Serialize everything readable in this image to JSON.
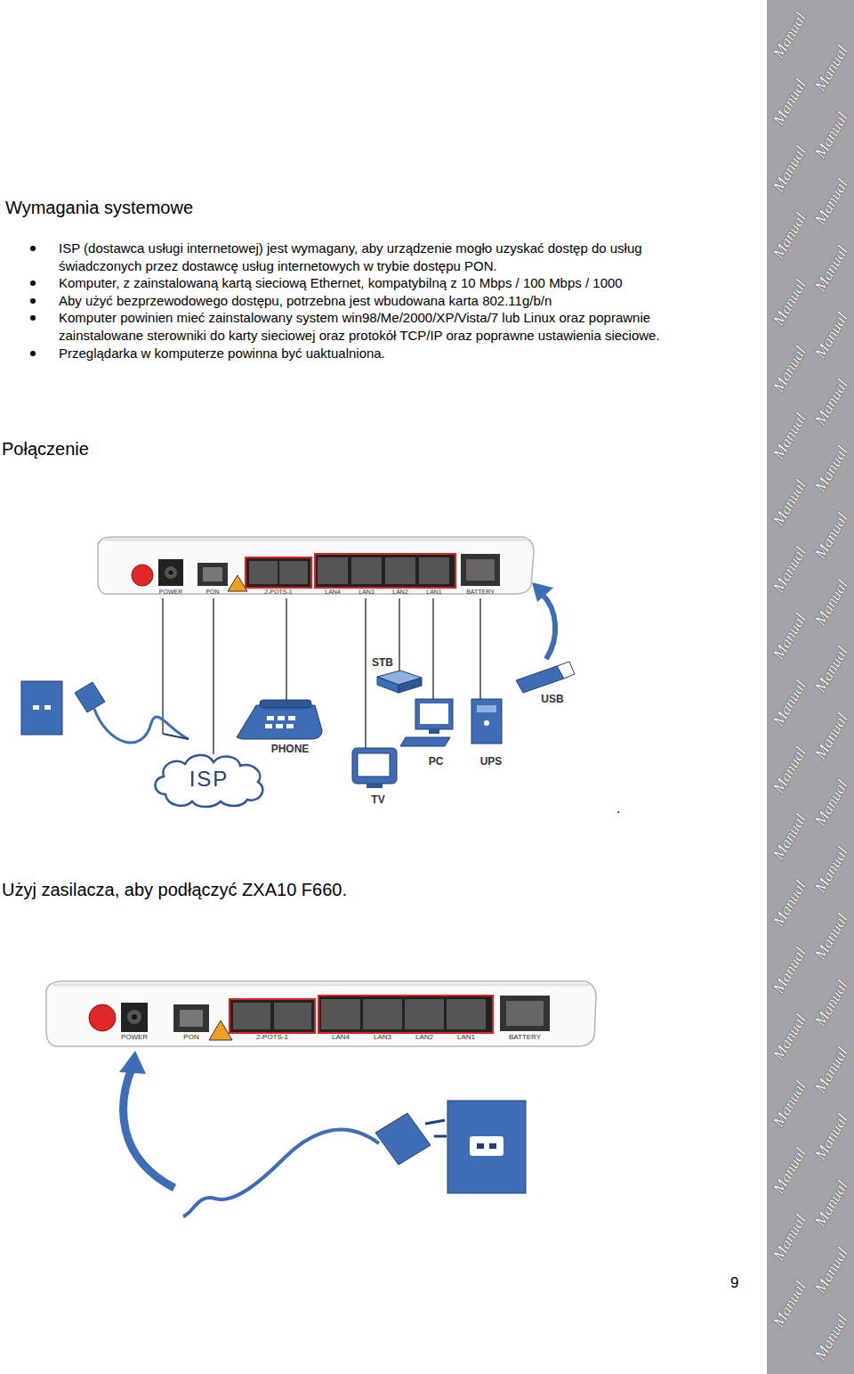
{
  "diagram": {
    "title": "Wymagania systemowe",
    "nodes": [
      {
        "text": [
          "ISP"
        ]
      }
    ],
    "labels": [
      "ISP (dostawca usługi internetowej) jest wymagany, aby urządzenie mogło uzyskać dostęp do usług świadczonych przez dostawcę usług internetowych w trybie dostępu PON.",
      "Komputer, z zainstalowaną kartą sieciową Ethernet, kompatybilną z 10 Mbps / 100 Mbps / 1000",
      "Aby użyć bezprzewodowego dostępu, potrzebna jest wbudowana karta 802.11g/b/n",
      "Komputer powinien mieć zainstalowany system win98/Me/2000/XP/Vista/7 lub Linux oraz poprawnie zainstalowane sterowniki do karty sieciowej oraz protokół TCP/IP oraz poprawne ustawienia sieciowe.",
      "Przeglądarka w komputerze powinna być uaktualniona.",
      "Połączenie",
      "POWER",
      "PON",
      "2-POTS-1",
      "LAN4",
      "LAN3",
      "LAN2",
      "LAN1",
      "BATTERY",
      "STB",
      "PHONE",
      "PC",
      "UPS",
      "USB",
      "TV",
      ".",
      "Użyj zasilacza, aby podłączyć ZXA10 F660.",
      "POWER",
      "PON",
      "2-POTS-1",
      "LAN4",
      "LAN3",
      "LAN2",
      "LAN1",
      "BATTERY",
      "9",
      "Manual",
      "Manual",
      "Manual",
      "Manual",
      "Manual",
      "Manual",
      "Manual",
      "Manual",
      "Manual",
      "Manual",
      "Manual",
      "Manual",
      "Manual",
      "Manual",
      "Manual",
      "Manual",
      "Manual",
      "Manual",
      "Manual",
      "Manual",
      "Manual",
      "Manual",
      "Manual",
      "Manual",
      "Manual",
      "Manual",
      "Manual",
      "Manual",
      "Manual",
      "Manual",
      "Manual",
      "Manual",
      "Manual",
      "Manual",
      "Manual",
      "Manual",
      "Manual",
      "Manual",
      "Manual",
      "Manual"
    ]
  }
}
